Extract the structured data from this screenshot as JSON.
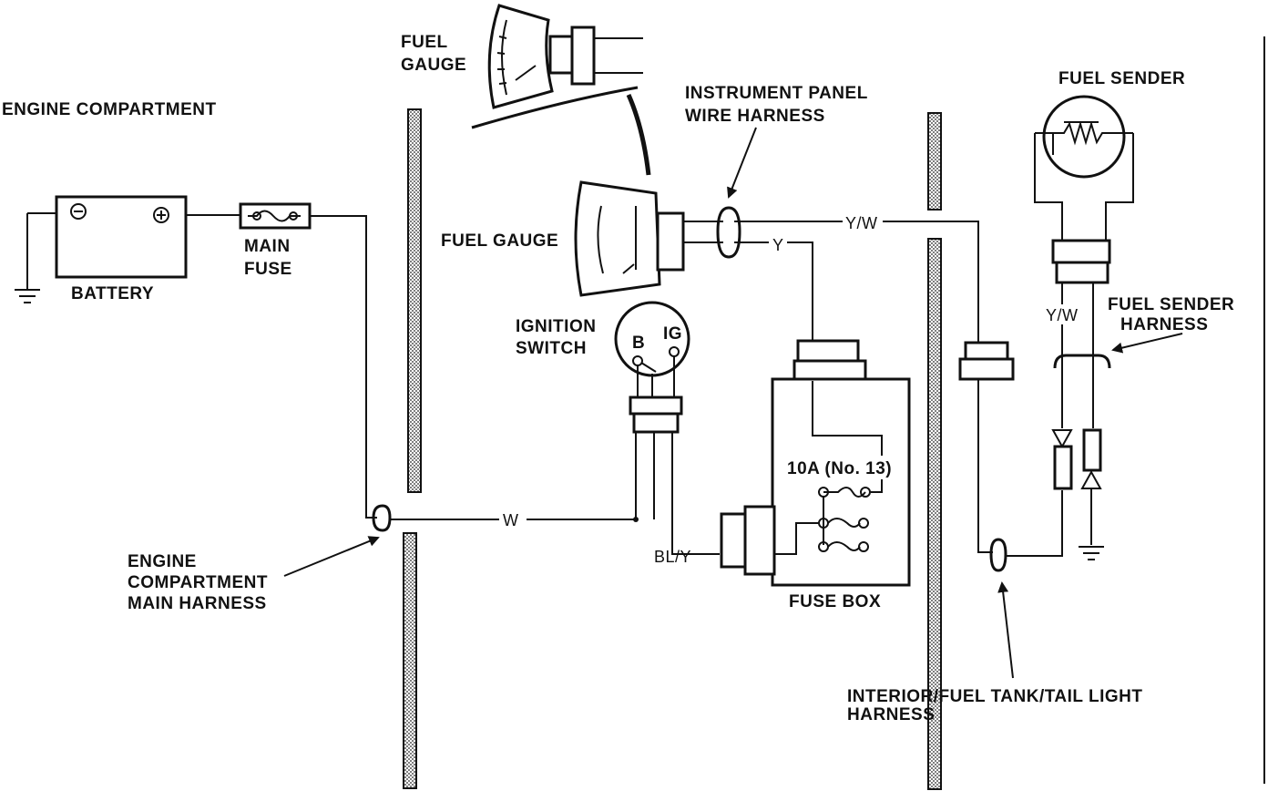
{
  "labels": {
    "engine_compartment": "ENGINE COMPARTMENT",
    "battery": "BATTERY",
    "main_fuse_line1": "MAIN",
    "main_fuse_line2": "FUSE",
    "fuel_gauge_top_line1": "FUEL",
    "fuel_gauge_top_line2": "GAUGE",
    "fuel_gauge": "FUEL GAUGE",
    "instrument_panel_line1": "INSTRUMENT PANEL",
    "instrument_panel_line2": "WIRE HARNESS",
    "ignition_switch_line1": "IGNITION",
    "ignition_switch_line2": "SWITCH",
    "ignition_b": "B",
    "ignition_ig": "IG",
    "fuse_rating": "10A (No. 13)",
    "fuse_box": "FUSE BOX",
    "fuel_sender": "FUEL SENDER",
    "fuel_sender_harness_line1": "FUEL SENDER",
    "fuel_sender_harness_line2": "HARNESS",
    "engine_main_harness_line1": "ENGINE",
    "engine_main_harness_line2": "COMPARTMENT",
    "engine_main_harness_line3": "MAIN HARNESS",
    "interior_harness_line1": "INTERIOR/FUEL TANK/TAIL LIGHT",
    "interior_harness_line2": "HARNESS",
    "battery_neg": "⊖",
    "battery_pos": "⊕"
  },
  "wires": {
    "w": "W",
    "y": "Y",
    "yw_top": "Y/W",
    "yw_sender": "Y/W",
    "bly": "BL/Y"
  }
}
